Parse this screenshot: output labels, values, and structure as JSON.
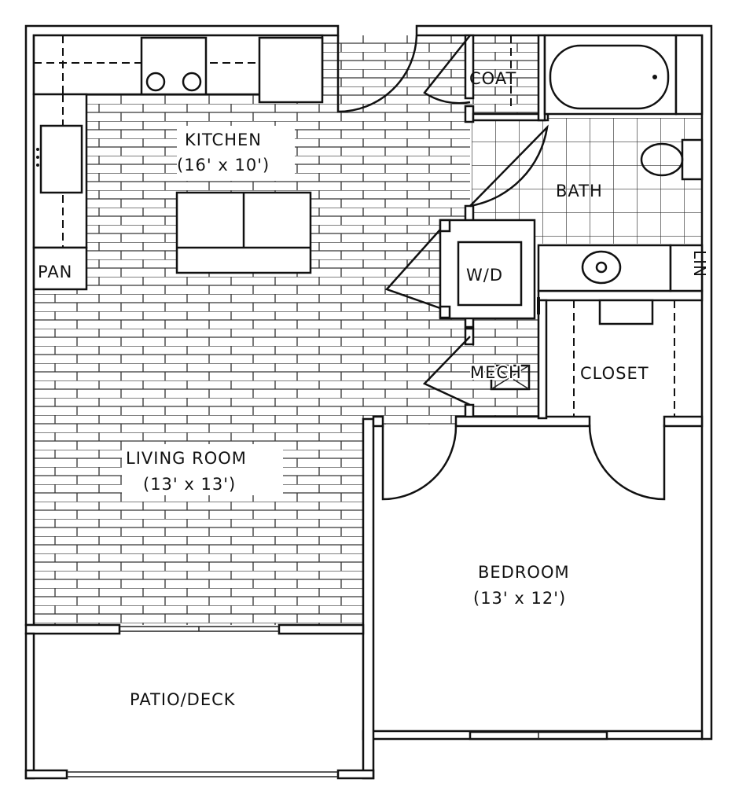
{
  "rooms": {
    "kitchen": {
      "name": "KITCHEN",
      "size": "(16' x 10')"
    },
    "living": {
      "name": "LIVING ROOM",
      "size": "(13' x 13')"
    },
    "bedroom": {
      "name": "BEDROOM",
      "size": "(13' x 12')"
    },
    "bath": {
      "name": "BATH"
    },
    "coat": {
      "name": "COAT"
    },
    "pantry": {
      "name": "PAN"
    },
    "washer_dryer": {
      "name": "W/D"
    },
    "linen": {
      "name": "LIN"
    },
    "mech": {
      "name": "MECH"
    },
    "closet": {
      "name": "CLOSET"
    },
    "patio": {
      "name": "PATIO/DECK"
    }
  }
}
